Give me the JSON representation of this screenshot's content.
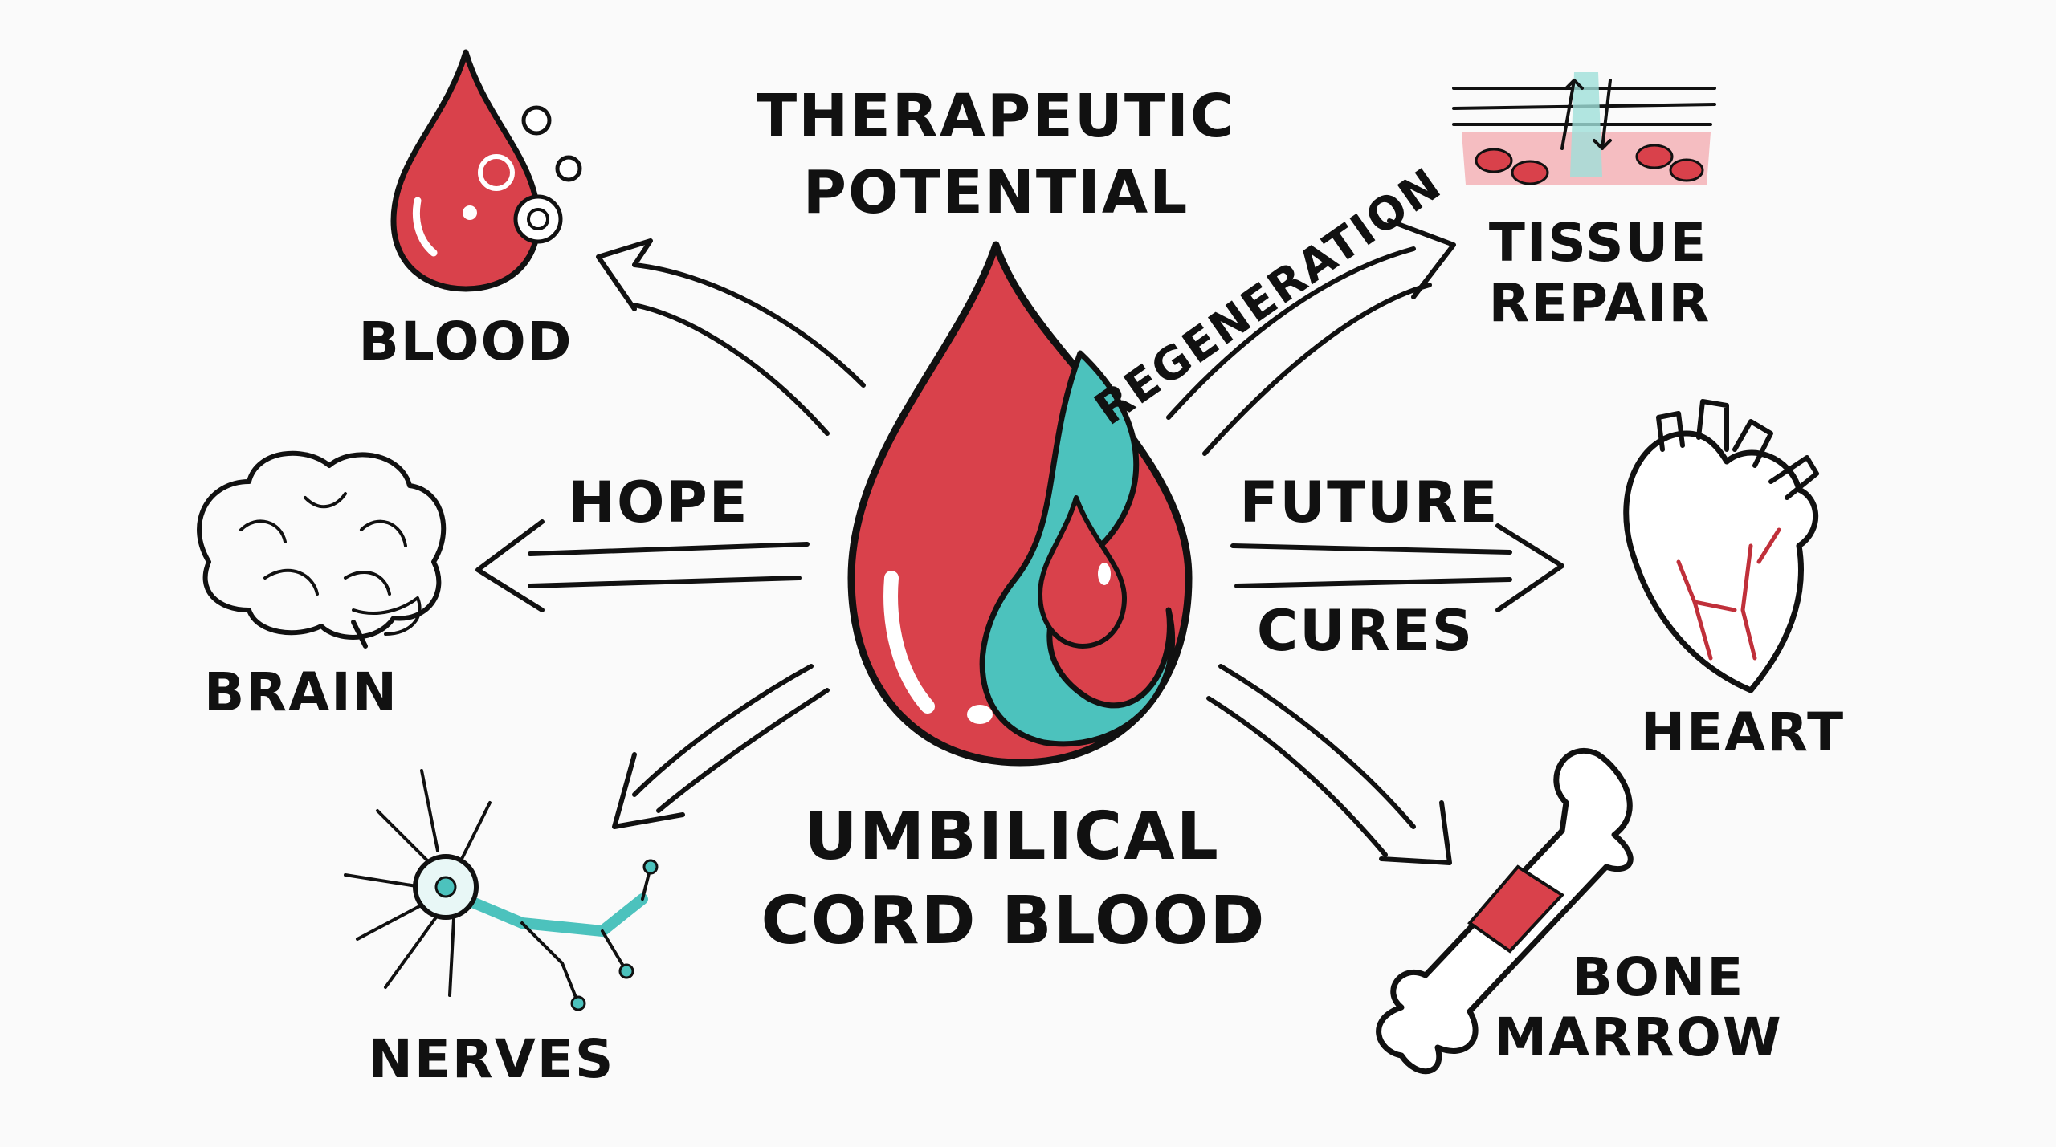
{
  "title": {
    "line1": "THERAPEUTIC",
    "line2": "POTENTIAL"
  },
  "center": {
    "line1": "UMBILICAL",
    "line2": "CORD BLOOD"
  },
  "arrow_labels": {
    "hope": "HOPE",
    "regeneration": "REGENERATION",
    "future": "FUTURE",
    "cures": "CURES"
  },
  "targets": {
    "blood": "BLOOD",
    "brain": "BRAIN",
    "nerves": "NERVES",
    "tissue_line1": "TISSUE",
    "tissue_line2": "REPAIR",
    "heart": "HEART",
    "bone_line1": "BONE",
    "bone_line2": "MARROW"
  },
  "colors": {
    "blood_red": "#d9414b",
    "teal": "#4cc2bd",
    "ink": "#111111",
    "background": "#fafafa"
  }
}
